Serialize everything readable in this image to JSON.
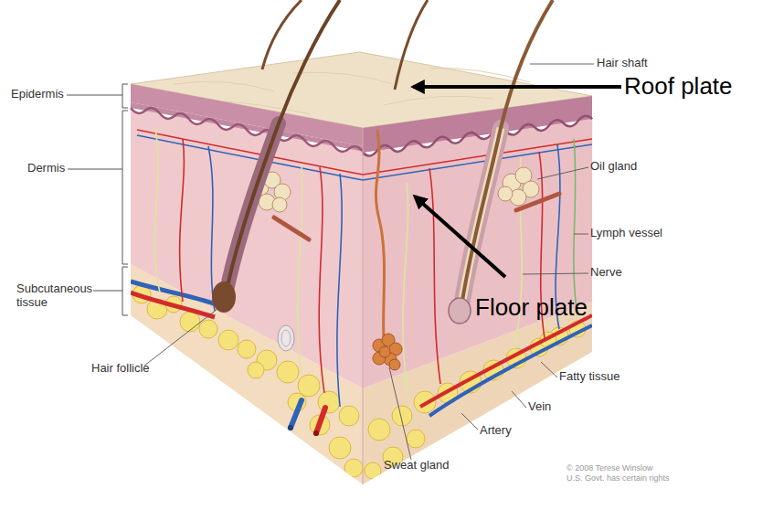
{
  "diagram": {
    "labels": [
      "Hair shaft",
      "Epidermis",
      "Roof plate",
      "Dermis",
      "Oil gland",
      "Lymph vessel",
      "Nerve",
      "Floor plate",
      "Subcutaneous tissue",
      "Hair follicle",
      "Fatty tissue",
      "Vein",
      "Artery",
      "Sweat gland",
      "© 2008 Terese Winslow",
      "U.S. Govt. has certain rights"
    ]
  }
}
